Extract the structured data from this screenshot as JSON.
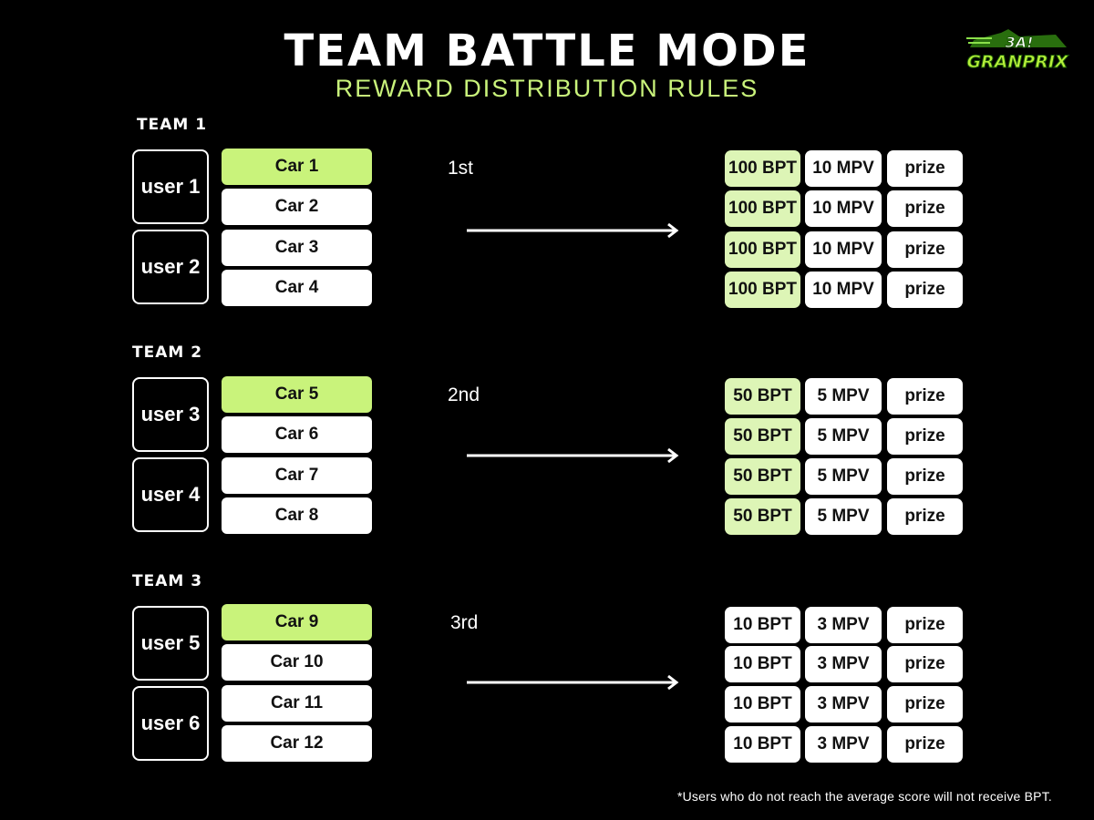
{
  "header": {
    "title": "TEAM BATTLE MODE",
    "subtitle": "REWARD DISTRIBUTION RULES",
    "logo_text": "GRANPRIX",
    "logo_badge": "3A!"
  },
  "colors": {
    "background": "#000000",
    "accent_green": "#c9f37b",
    "light_green": "#ddf5b6",
    "white": "#ffffff"
  },
  "teams": [
    {
      "label": "TEAM 1",
      "users": [
        "user 1",
        "user 2"
      ],
      "cars": [
        "Car 1",
        "Car 2",
        "Car 3",
        "Car 4"
      ],
      "place": "1st",
      "rewards": [
        {
          "bpt": "100 BPT",
          "mpv": "10 MPV",
          "prize": "prize"
        },
        {
          "bpt": "100 BPT",
          "mpv": "10 MPV",
          "prize": "prize"
        },
        {
          "bpt": "100 BPT",
          "mpv": "10 MPV",
          "prize": "prize"
        },
        {
          "bpt": "100 BPT",
          "mpv": "10 MPV",
          "prize": "prize"
        }
      ]
    },
    {
      "label": "TEAM 2",
      "users": [
        "user 3",
        "user 4"
      ],
      "cars": [
        "Car 5",
        "Car 6",
        "Car 7",
        "Car 8"
      ],
      "place": "2nd",
      "rewards": [
        {
          "bpt": "50 BPT",
          "mpv": "5 MPV",
          "prize": "prize"
        },
        {
          "bpt": "50 BPT",
          "mpv": "5 MPV",
          "prize": "prize"
        },
        {
          "bpt": "50 BPT",
          "mpv": "5 MPV",
          "prize": "prize"
        },
        {
          "bpt": "50 BPT",
          "mpv": "5 MPV",
          "prize": "prize"
        }
      ]
    },
    {
      "label": "TEAM 3",
      "users": [
        "user 5",
        "user 6"
      ],
      "cars": [
        "Car 9",
        "Car 10",
        "Car 11",
        "Car 12"
      ],
      "place": "3rd",
      "rewards": [
        {
          "bpt": "10 BPT",
          "mpv": "3 MPV",
          "prize": "prize"
        },
        {
          "bpt": "10 BPT",
          "mpv": "3 MPV",
          "prize": "prize"
        },
        {
          "bpt": "10 BPT",
          "mpv": "3 MPV",
          "prize": "prize"
        },
        {
          "bpt": "10 BPT",
          "mpv": "3 MPV",
          "prize": "prize"
        }
      ]
    }
  ],
  "footnote": "*Users who do not reach the average score will not receive BPT."
}
